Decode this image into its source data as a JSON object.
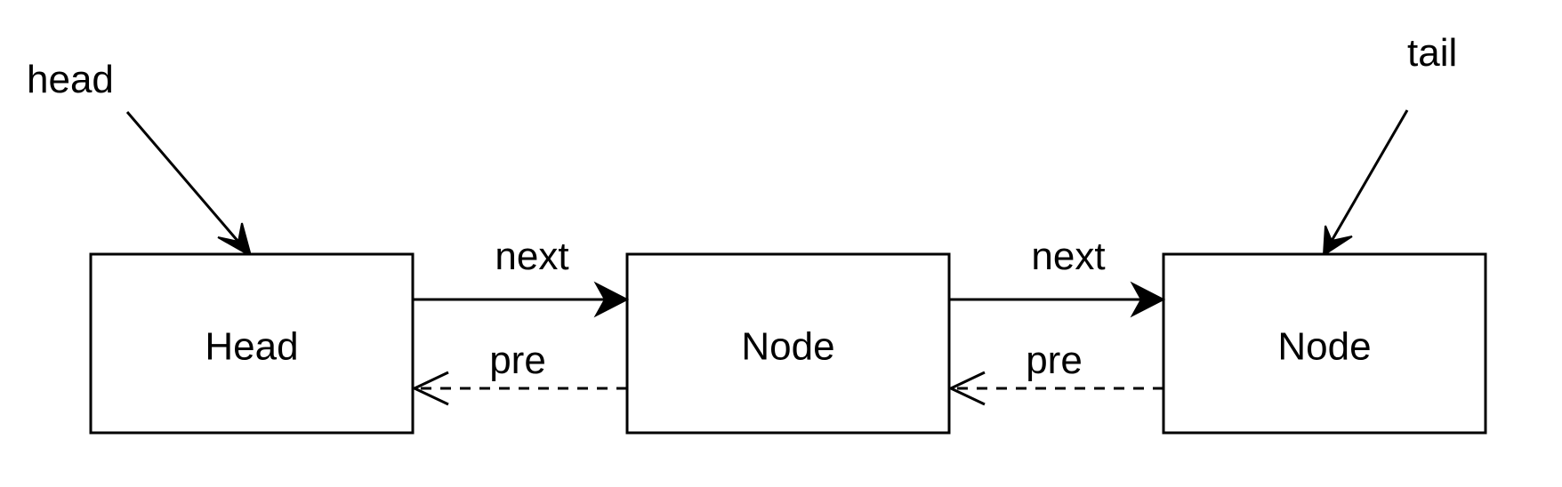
{
  "nodes": [
    {
      "label": "Head"
    },
    {
      "label": "Node"
    },
    {
      "label": "Node"
    }
  ],
  "edges": {
    "next_1": "next",
    "next_2": "next",
    "pre_1": "pre",
    "pre_2": "pre"
  },
  "pointers": {
    "head": "head",
    "tail": "tail"
  },
  "colors": {
    "stroke": "#000000",
    "fill": "#ffffff"
  }
}
